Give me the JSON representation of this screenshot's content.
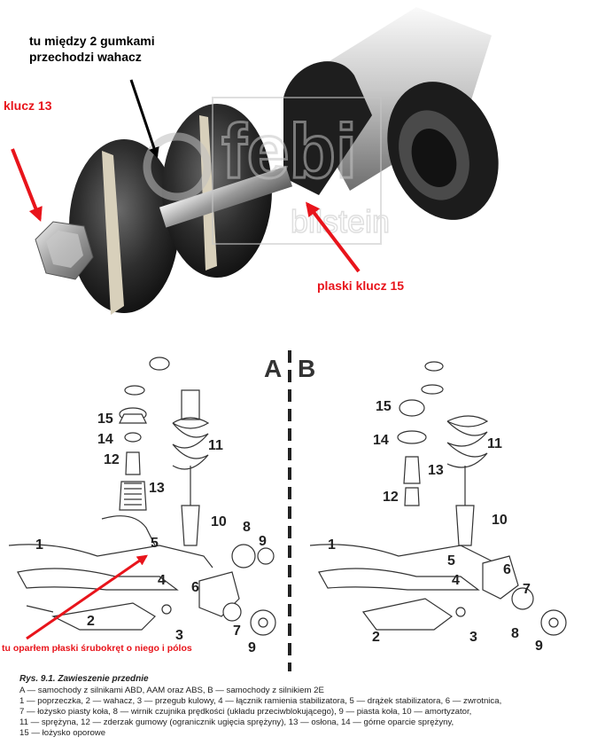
{
  "photo": {
    "note_between_rubbers": [
      "tu między 2 gumkami",
      "przechodzi wahacz"
    ],
    "wrench_13": "klucz 13",
    "flat_wrench_15": "plaski klucz 15",
    "watermark": "febi bilstein",
    "colors": {
      "annotation_red": "#e8141b",
      "annotation_black": "#000000"
    }
  },
  "diagram": {
    "variant_a": "A",
    "variant_b": "B",
    "left_callouts": [
      "15",
      "14",
      "12",
      "13",
      "11",
      "10",
      "8",
      "9",
      "1",
      "5",
      "4",
      "6",
      "2",
      "3",
      "7",
      "9"
    ],
    "right_callouts": [
      "15",
      "14",
      "13",
      "12",
      "11",
      "10",
      "1",
      "6",
      "5",
      "4",
      "7",
      "2",
      "3",
      "8",
      "9"
    ],
    "annotation": "tu oparłem płaski śrubokręt o niego i pólos"
  },
  "caption": {
    "title": "Rys. 9.1. Zawieszenie przednie",
    "lines": [
      "A — samochody z silnikami ABD, AAM oraz ABS, B — samochody z silnikiem 2E",
      "1 — poprzeczka, 2 — wahacz, 3 — przegub kulowy, 4 — łącznik ramienia stabilizatora, 5 — drążek stabilizatora, 6 — zwrotnica,",
      "7 — łożysko piasty koła, 8 — wirnik czujnika prędkości (układu przeciwblokującego), 9 — piasta koła, 10 — amortyzator,",
      "11 — sprężyna, 12 — zderzak gumowy (ogranicznik ugięcia sprężyny), 13 — osłona, 14 — górne oparcie sprężyny,",
      "15 — łożysko oporowe"
    ]
  }
}
